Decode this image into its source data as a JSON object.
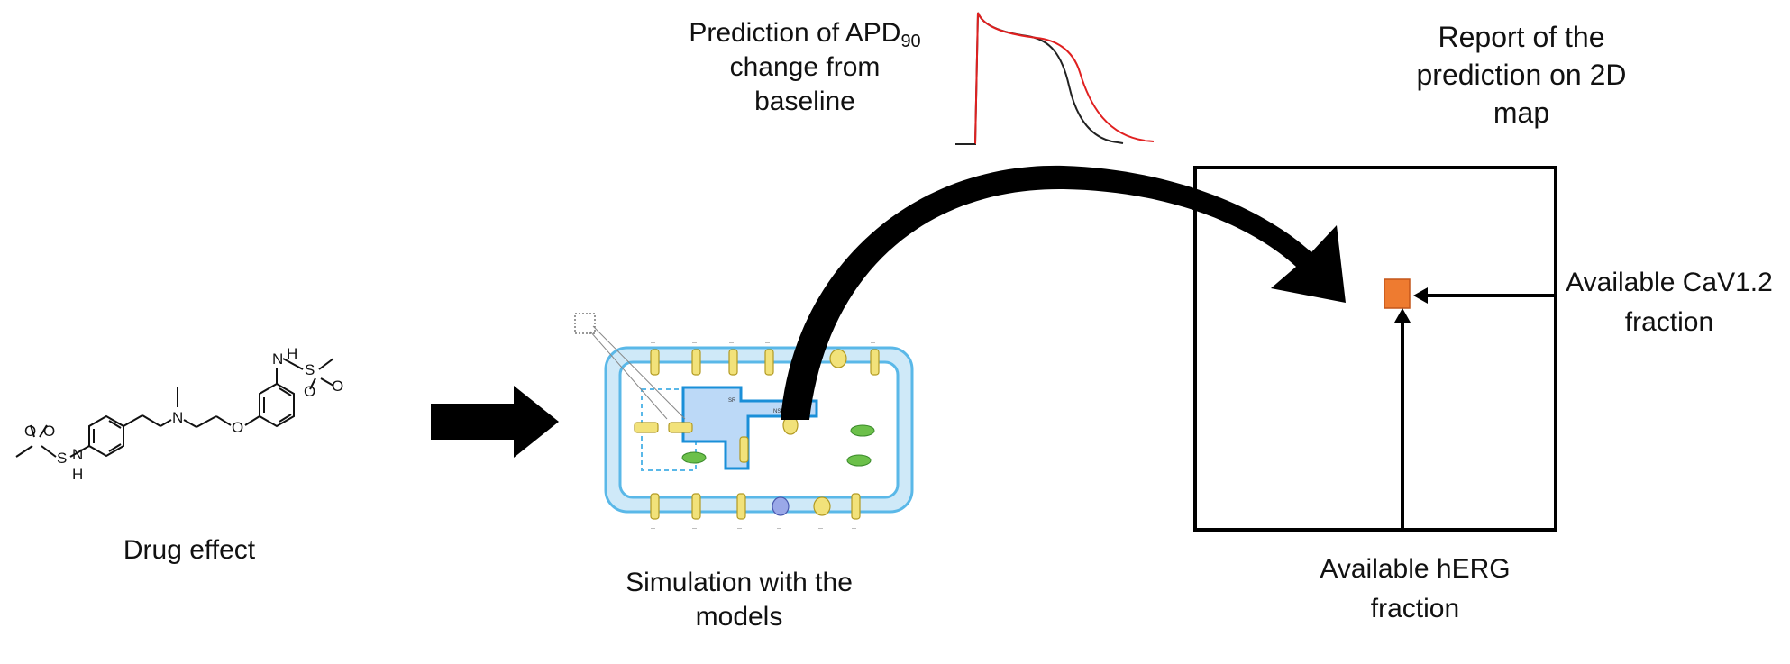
{
  "labels": {
    "drug_effect": "Drug effect",
    "simulation": "Simulation with the models",
    "prediction_main": "Prediction of APD",
    "prediction_sub": "90",
    "prediction_rest": "change from baseline",
    "report": "Report of the prediction on 2D map",
    "cav_axis": "Available CaV1.2 fraction",
    "herg_axis": "Available hERG fraction"
  },
  "cell_labels": {
    "sr": "SR",
    "nsr": "NSR"
  },
  "colors": {
    "baseline_trace": "#222222",
    "drug_trace": "#e02020",
    "marker": "#ee7b30",
    "membrane": "#8fd0f0",
    "sr_fill": "#bcd9f7",
    "channel": "#f2e27a",
    "mito": "#6cc04a"
  }
}
